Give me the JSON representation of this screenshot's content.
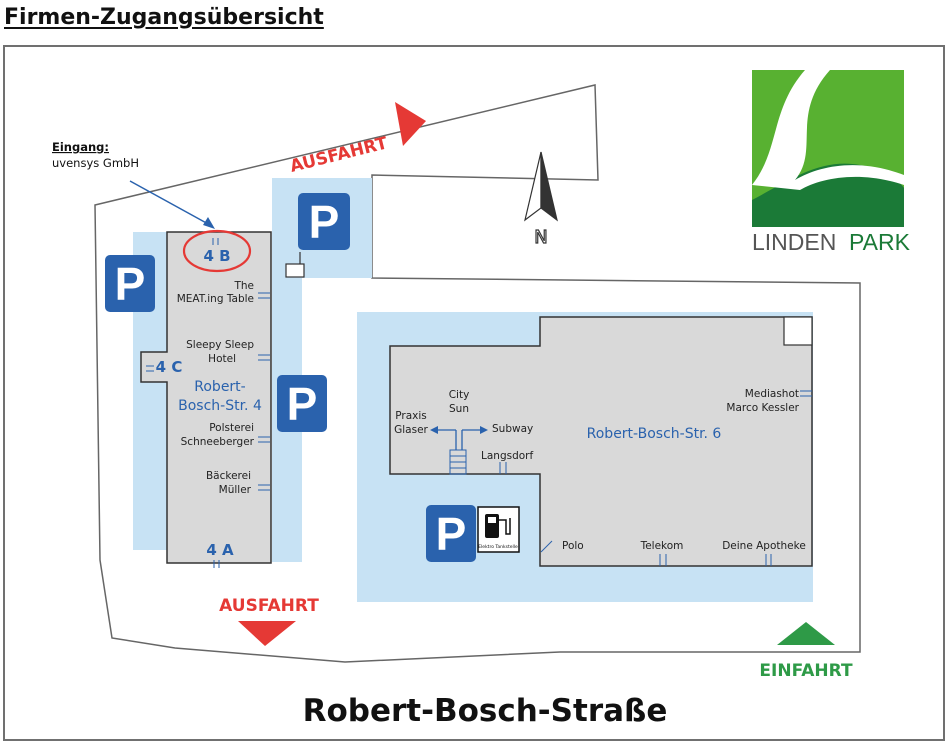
{
  "title": "Firmen-Zugangsübersicht",
  "colors": {
    "parking_area": "#c7e2f4",
    "building": "#d9d9d9",
    "blue_accent": "#2a62ad",
    "exit_red": "#e53935",
    "entry_green": "#2e9a47",
    "logo_green_light": "#58b131",
    "logo_green_dark": "#1b7a37"
  },
  "entrance_note": {
    "heading": "Eingang:",
    "company": "uvensys GmbH"
  },
  "exits": [
    "AUSFAHRT",
    "AUSFAHRT"
  ],
  "entry_label": "EINFAHRT",
  "compass": "N",
  "logo": {
    "part1": "LINDEN",
    "part2": "PARK"
  },
  "buildings": {
    "rbs4": {
      "name": "Robert-Bosch-Str. 4",
      "name_line1": "Robert-",
      "name_line2": "Bosch-Str. 4",
      "entrances": [
        "4 B",
        "4 C",
        "4 A"
      ],
      "tenants": [
        {
          "line1": "The",
          "line2": "MEAT.ing Table"
        },
        {
          "line1": "Sleepy Sleep",
          "line2": "Hotel"
        },
        {
          "line1": "Polsterei",
          "line2": "Schneeberger"
        },
        {
          "line1": "Bäckerei",
          "line2": "Müller"
        }
      ]
    },
    "rbs6": {
      "name": "Robert-Bosch-Str. 6",
      "tenants": [
        {
          "line1": "Praxis",
          "line2": "Glaser"
        },
        {
          "line1": "City",
          "line2": "Sun"
        },
        {
          "line1": "Subway",
          "line2": ""
        },
        {
          "line1": "Langsdorf",
          "line2": ""
        },
        {
          "line1": "Mediashot",
          "line2": "Marco Kessler"
        },
        {
          "line1": "Polo",
          "line2": ""
        },
        {
          "line1": "Telekom",
          "line2": ""
        },
        {
          "line1": "Deine Apotheke",
          "line2": ""
        }
      ]
    }
  },
  "parking_symbol": "P",
  "charging_station_label": "Elektro Tankstelle",
  "street_name": "Robert-Bosch-Straße"
}
